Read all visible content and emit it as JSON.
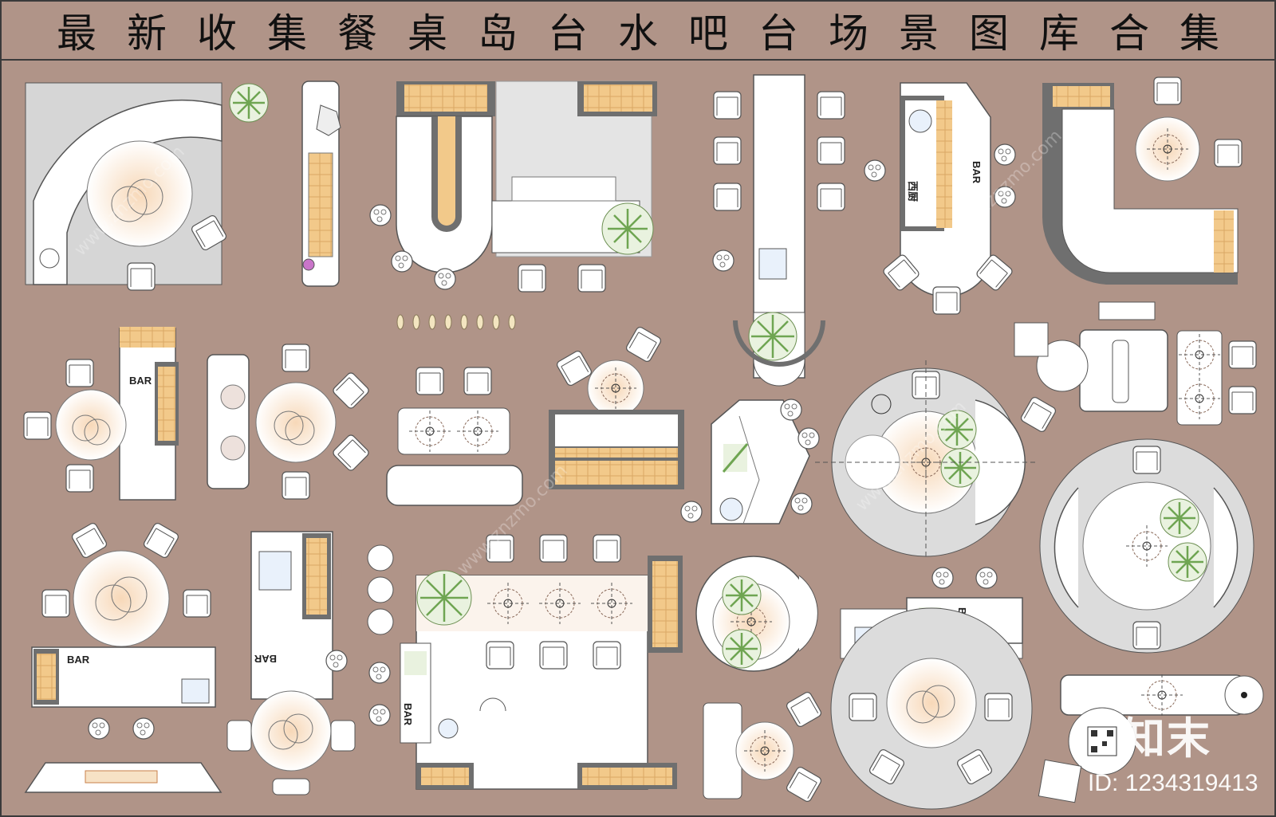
{
  "title": "最新收集餐桌岛台水吧台场景图库合集",
  "labels": {
    "bar": "BAR",
    "west_kitchen": "西厨"
  },
  "watermark": {
    "brand": "知末",
    "id_text": "ID: 1234319413",
    "site": "www.znzmo.com"
  },
  "colors": {
    "background": "#b09488",
    "furniture": "#ffffff",
    "wood": "#f2c98a",
    "counter_dark": "#6f6f6f",
    "rug": "#dcdcdc",
    "plant": "#8cbf6a",
    "glow": "#f7dcc0"
  },
  "icons": [
    "plant-icon",
    "sink-icon",
    "chair-icon",
    "qr-code-icon"
  ]
}
